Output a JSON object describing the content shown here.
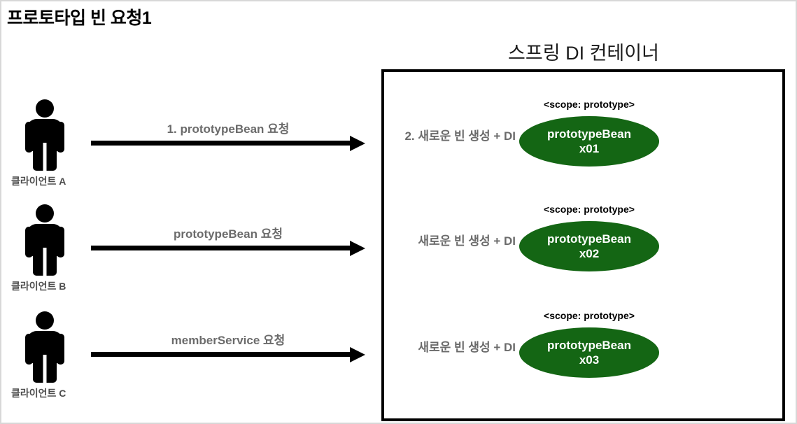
{
  "title": "프로토타입 빈 요청1",
  "container": {
    "heading": "스프링 DI 컨테이너"
  },
  "clients": [
    {
      "label": "클라이언트 A",
      "icon": "person-icon"
    },
    {
      "label": "클라이언트 B",
      "icon": "person-icon"
    },
    {
      "label": "클라이언트 C",
      "icon": "person-icon"
    }
  ],
  "arrows": [
    {
      "label": "1. prototypeBean 요청",
      "icon": "arrow-right-icon"
    },
    {
      "label": "prototypeBean 요청",
      "icon": "arrow-right-icon"
    },
    {
      "label": "memberService 요청",
      "icon": "arrow-right-icon"
    }
  ],
  "beans": [
    {
      "note": "2. 새로운 빈 생성 + DI",
      "scope": "<scope: prototype>",
      "name": "prototypeBean",
      "instance": "x01"
    },
    {
      "note": "새로운 빈 생성 + DI",
      "scope": "<scope: prototype>",
      "name": "prototypeBean",
      "instance": "x02"
    },
    {
      "note": "새로운 빈 생성 + DI",
      "scope": "<scope: prototype>",
      "name": "prototypeBean",
      "instance": "x03"
    }
  ],
  "colors": {
    "bean_fill": "#146614",
    "bean_text": "#ffffff",
    "label_gray": "#6b6b6b",
    "client_label_gray": "#4d4d4d",
    "border_black": "#000000",
    "page_border": "#d8d8d8"
  }
}
